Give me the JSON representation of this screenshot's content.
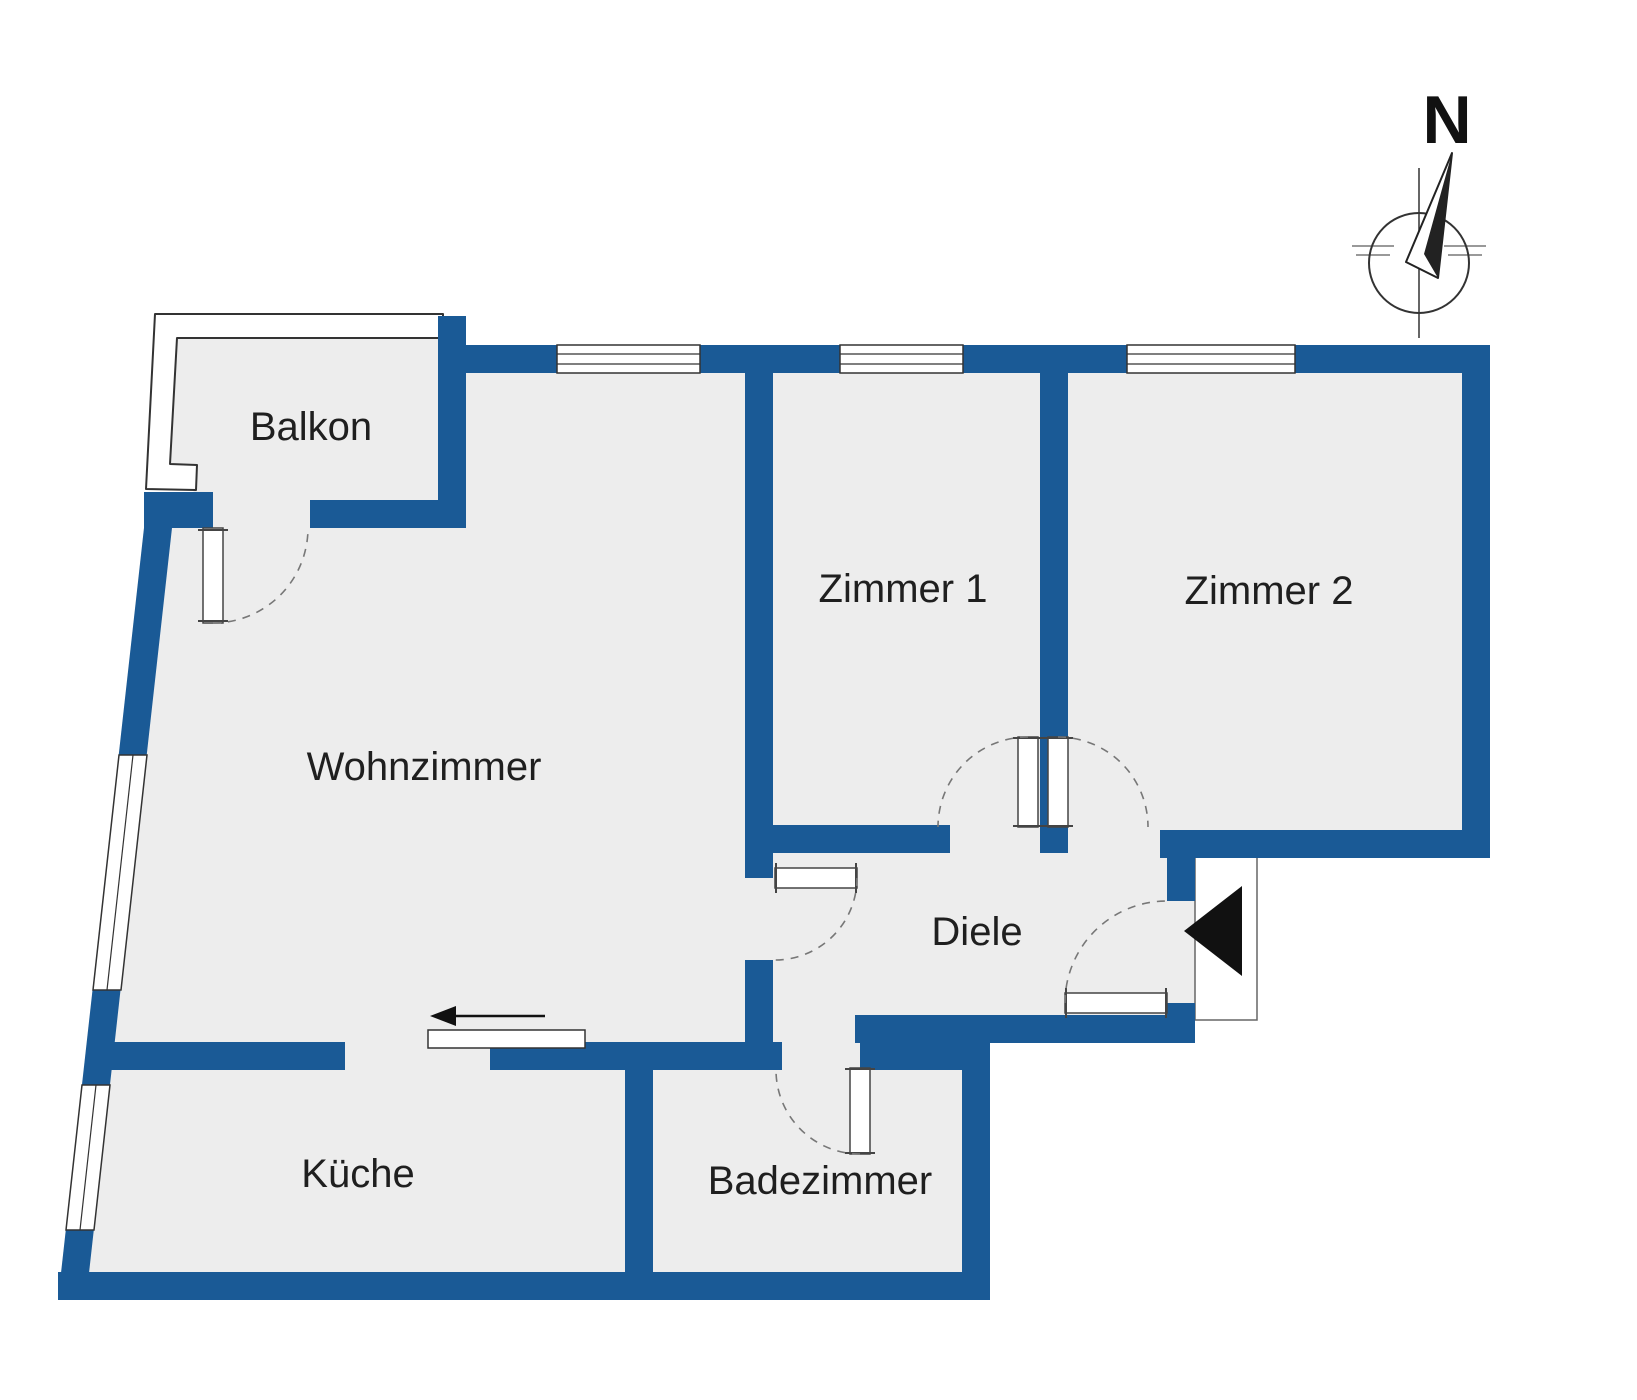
{
  "colors": {
    "wall": "#1a5a96",
    "floor": "#ededed",
    "outline": "#333333",
    "label": "#1f1f1f",
    "arrow": "#111111"
  },
  "compass": {
    "label": "N"
  },
  "rooms": {
    "balkon": {
      "label": "Balkon"
    },
    "wohnzimmer": {
      "label": "Wohnzimmer"
    },
    "zimmer1": {
      "label": "Zimmer 1"
    },
    "zimmer2": {
      "label": "Zimmer 2"
    },
    "diele": {
      "label": "Diele"
    },
    "kueche": {
      "label": "Küche"
    },
    "badezimmer": {
      "label": "Badezimmer"
    }
  }
}
